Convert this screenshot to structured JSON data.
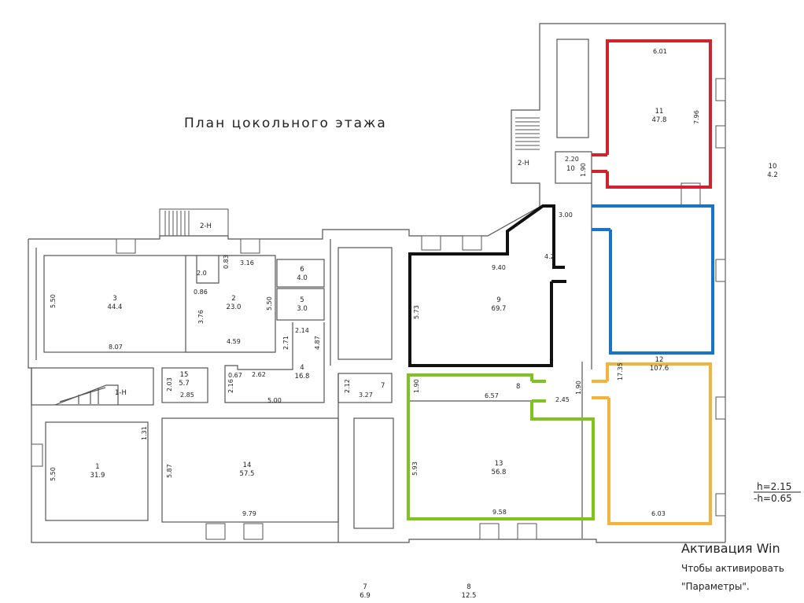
{
  "title": "План цокольного этажа",
  "rooms": [
    {
      "num": "1",
      "area": "31.9"
    },
    {
      "num": "3",
      "area": "44.4"
    },
    {
      "num": "2",
      "area": "23.0"
    },
    {
      "num": "4",
      "area": "16.8"
    },
    {
      "num": "5",
      "area": "3.0"
    },
    {
      "num": "6",
      "area": "4.0"
    },
    {
      "num": "9",
      "area": "69.7"
    },
    {
      "num": "11",
      "area": "47.8"
    },
    {
      "num": "12",
      "area": "107.6"
    },
    {
      "num": "13",
      "area": "56.8"
    },
    {
      "num": "14",
      "area": "57.5"
    },
    {
      "num": "15",
      "area": "5.7"
    },
    {
      "num": "10",
      "area": "4.2"
    }
  ],
  "labels": {
    "r7": "7",
    "r8": "8",
    "r10": "10",
    "stair_1": "1-Н",
    "stair_2a": "2-Н",
    "stair_2b": "2-Н"
  },
  "dims": [
    "5.50",
    "8.07",
    "0.86",
    "3.76",
    "4.59",
    "0.83",
    "3.16",
    "2.0",
    "5.50",
    "2.14",
    "2.71",
    "4.87",
    "2.62",
    "2.16",
    "0.67",
    "5.00",
    "2.03",
    "2.85",
    "2.12",
    "3.27",
    "1.31",
    "5.50",
    "5.87",
    "9.79",
    "9.40",
    "5.73",
    "4.2",
    "3.00",
    "2.20",
    "1.90",
    "6.01",
    "7.96",
    "17.35",
    "1.90",
    "6.57",
    "2.45",
    "1.90",
    "5.93",
    "9.58",
    "6.03"
  ],
  "bottom": [
    {
      "num": "7",
      "area": "6.9"
    },
    {
      "num": "8",
      "area": "12.5"
    }
  ],
  "heights": [
    "h=2.15",
    "-h=0.65"
  ],
  "watermark": {
    "line1": "Активация Win",
    "line2": "Чтобы активировать",
    "line3": "\"Параметры\"."
  },
  "colors": {
    "red": "#d1232d",
    "blue": "#1a74c5",
    "black": "#111111",
    "green": "#7fc41d",
    "orange": "#f4b33a",
    "wall": "#555555"
  }
}
